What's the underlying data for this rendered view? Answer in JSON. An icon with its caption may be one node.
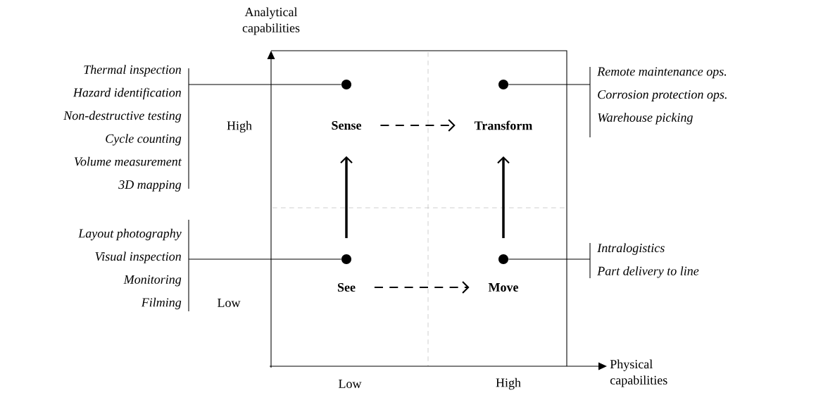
{
  "diagram": {
    "nodes": [
      {
        "text": [
          "Sense"
        ]
      },
      {
        "text": [
          "Transform"
        ]
      },
      {
        "text": [
          "See"
        ]
      },
      {
        "text": [
          "Move"
        ]
      },
      {
        "text": [],
        "shape": "circle"
      },
      {
        "text": [],
        "shape": "circle"
      },
      {
        "text": [],
        "shape": "circle"
      },
      {
        "text": [],
        "shape": "circle"
      },
      {
        "text": [
          "Thermal inspection",
          "Hazard identification",
          "Non-destructive testing",
          "Cycle counting",
          "Volume measurement",
          "3D mapping"
        ]
      },
      {
        "text": [
          "Remote maintenance ops.",
          "Corrosion protection ops.",
          "Warehouse picking"
        ]
      },
      {
        "text": [
          "Layout photography",
          "Visual inspection",
          "Monitoring",
          "Filming"
        ]
      },
      {
        "text": [
          "Intralogistics",
          "Part delivery to line"
        ]
      }
    ],
    "edges": [
      {
        "from": 0,
        "to": 1,
        "arrow": "to",
        "style": "dashed"
      },
      {
        "from": 2,
        "to": 3,
        "arrow": "to",
        "style": "dashed"
      },
      {
        "from": 6,
        "to": 0,
        "arrow": "to",
        "style": "thick"
      },
      {
        "from": 7,
        "to": 1,
        "arrow": "to",
        "style": "thick"
      },
      {
        "from": 8,
        "to": 4,
        "arrow": "none"
      },
      {
        "from": 9,
        "to": 5,
        "arrow": "none"
      },
      {
        "from": 10,
        "to": 6,
        "arrow": "none"
      },
      {
        "from": 11,
        "to": 7,
        "arrow": "none"
      }
    ],
    "labels": [
      "Analytical capabilities",
      "High",
      "Low",
      "Physical capabilities",
      "Low",
      "High"
    ]
  }
}
